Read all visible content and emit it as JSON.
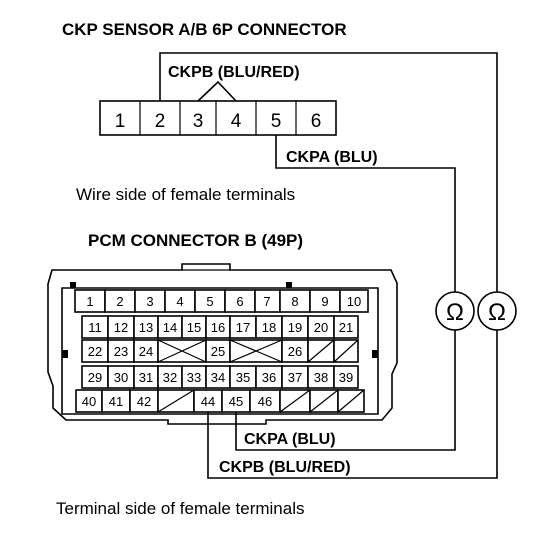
{
  "sensor_connector": {
    "title": "CKP SENSOR A/B 6P CONNECTOR",
    "pins": [
      "1",
      "2",
      "3",
      "4",
      "5",
      "6"
    ],
    "ckpb_label": "CKPB (BLU/RED)",
    "ckpa_label": "CKPA (BLU)",
    "caption": "Wire side of female terminals"
  },
  "pcm_connector": {
    "title": "PCM CONNECTOR B (49P)",
    "row1": [
      "1",
      "2",
      "3",
      "4",
      "5",
      "6",
      "7",
      "8",
      "9",
      "10"
    ],
    "row2": [
      "11",
      "12",
      "13",
      "14",
      "15",
      "16",
      "17",
      "18",
      "19",
      "20",
      "21"
    ],
    "row3_left": [
      "22",
      "23",
      "24"
    ],
    "row3_mid": "25",
    "row3_right": "26",
    "row4": [
      "29",
      "30",
      "31",
      "32",
      "33",
      "34",
      "35",
      "36",
      "37",
      "38",
      "39"
    ],
    "row5_left": [
      "40",
      "41",
      "42"
    ],
    "row5_right": [
      "44",
      "45",
      "46"
    ],
    "ckpa_label": "CKPA (BLU)",
    "ckpb_label": "CKPB (BLU/RED)",
    "caption": "Terminal side of female terminals"
  },
  "meters": [
    {
      "symbol": "Ω"
    },
    {
      "symbol": "Ω"
    }
  ]
}
